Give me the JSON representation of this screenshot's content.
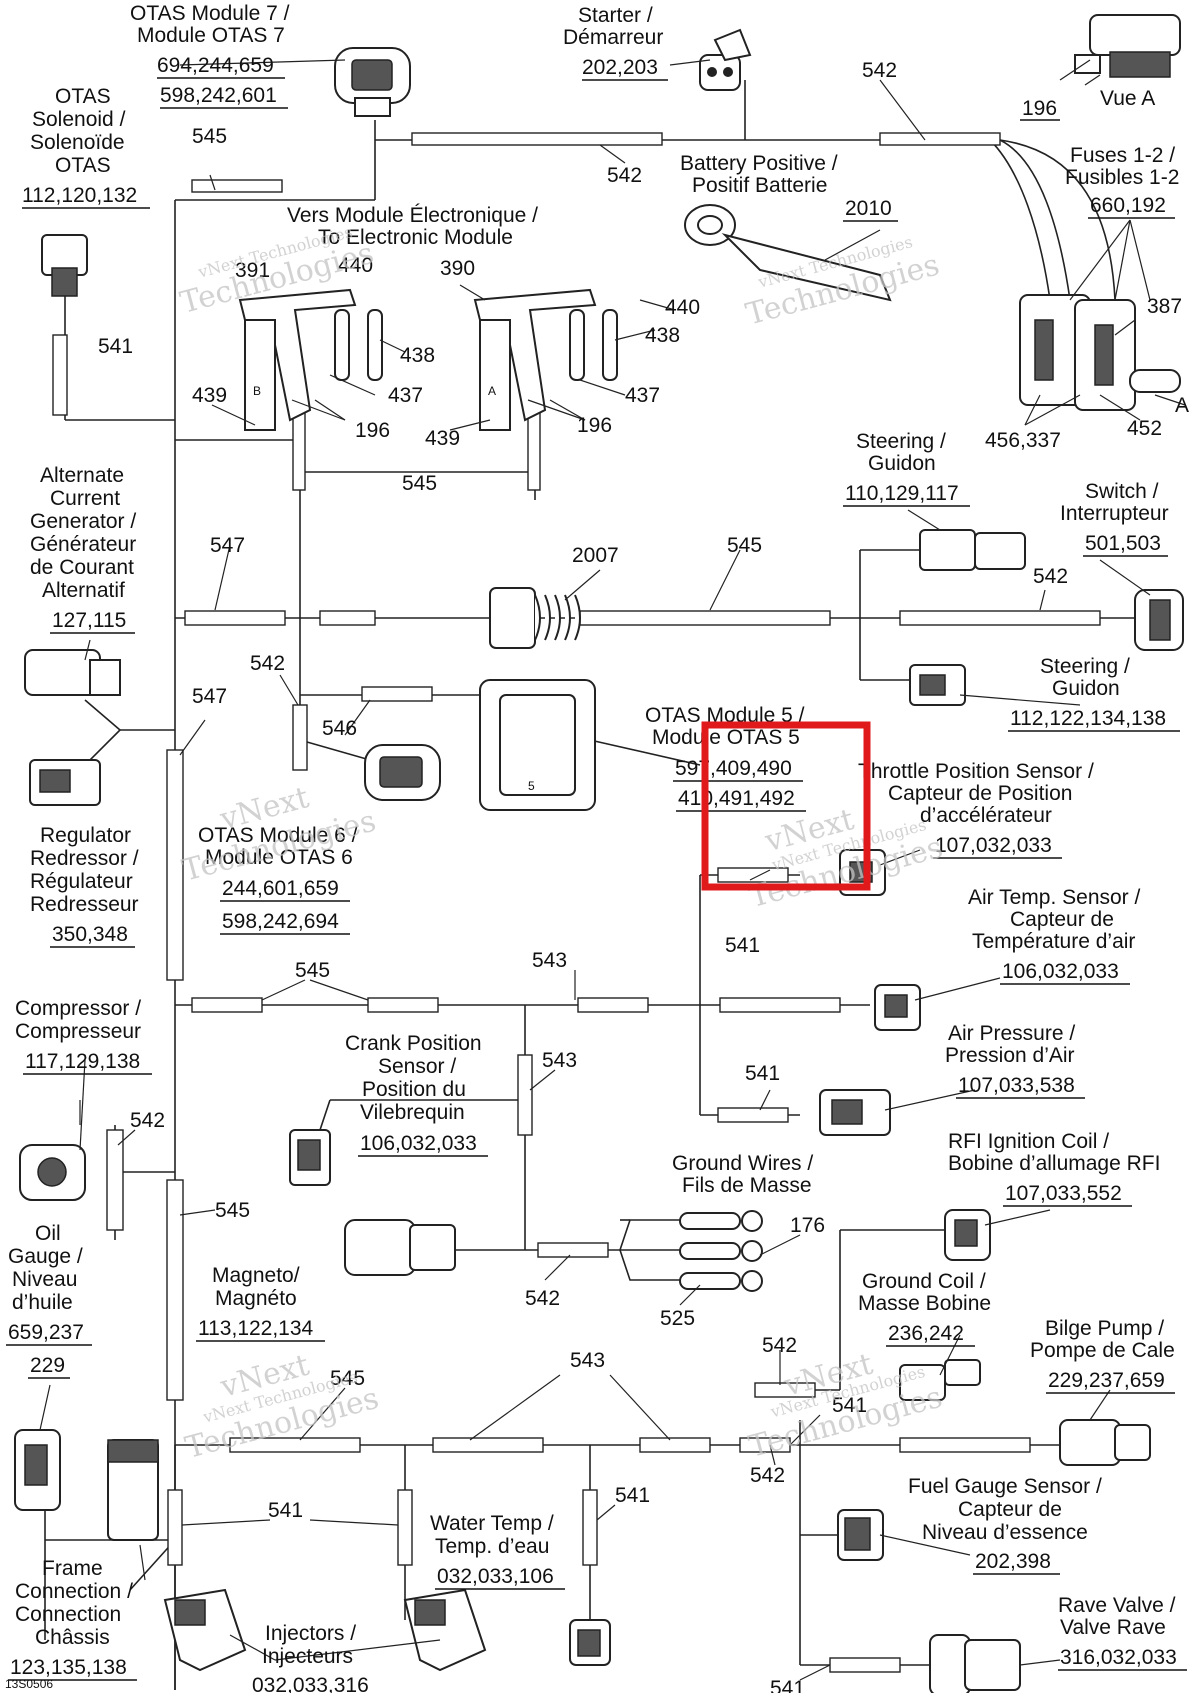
{
  "components": {
    "otas7": {
      "name1": "OTAS Module 7 /",
      "name2": "Module OTAS 7",
      "codes1": "694,244,659",
      "codes2": "598,242,601"
    },
    "starter": {
      "name1": "Starter /",
      "name2": "Démarreur",
      "codes": "202,203"
    },
    "vue_a": {
      "label": "Vue A",
      "code": "196"
    },
    "otas_solenoid": {
      "name1": "OTAS",
      "name2": "Solenoid /",
      "name3": "Solenoïde",
      "name4": "OTAS",
      "codes": "112,120,132"
    },
    "battery": {
      "name1": "Battery Positive /",
      "name2": "Positif Batterie",
      "code": "2010"
    },
    "fuses": {
      "name1": "Fuses 1-2 /",
      "name2": "Fusibles 1-2",
      "codes": "660,192"
    },
    "electronic_module": {
      "name1": "Vers Module Électronique /",
      "name2": "To Electronic Module"
    },
    "alternate_generator": {
      "name1": "Alternate",
      "name2": "Current",
      "name3": "Generator /",
      "name4": "Générateur",
      "name5": "de Courant",
      "name6": "Alternatif",
      "codes": "127,115"
    },
    "steering1": {
      "name1": "Steering /",
      "name2": "Guidon",
      "codes": "110,129,117"
    },
    "switch": {
      "name1": "Switch /",
      "name2": "Interrupteur",
      "codes": "501,503"
    },
    "steering2": {
      "name1": "Steering /",
      "name2": "Guidon",
      "codes": "112,122,134,138"
    },
    "otas5": {
      "name1": "OTAS Module 5 /",
      "name2": "Module OTAS 5",
      "codes1": "597,409,490",
      "codes2": "410,491,492",
      "block_label": "5"
    },
    "throttle": {
      "name1": "Throttle Position Sensor /",
      "name2": "Capteur de Position",
      "name3": "d’accélérateur",
      "codes": "107,032,033"
    },
    "regulator": {
      "name1": "Regulator",
      "name2": "Redressor /",
      "name3": "Régulateur",
      "name4": "Redresseur",
      "codes": "350,348"
    },
    "otas6": {
      "name1": "OTAS Module 6 /",
      "name2": "Module OTAS 6",
      "codes1": "244,601,659",
      "codes2": "598,242,694"
    },
    "air_temp": {
      "name1": "Air Temp. Sensor /",
      "name2": "Capteur de",
      "name3": "Température d’air",
      "codes": "106,032,033"
    },
    "compressor": {
      "name1": "Compressor /",
      "name2": "Compresseur",
      "codes": "117,129,138"
    },
    "crank": {
      "name1": "Crank Position",
      "name2": "Sensor /",
      "name3": "Position du",
      "name4": "Vilebrequin",
      "codes": "106,032,033"
    },
    "air_pressure": {
      "name1": "Air Pressure /",
      "name2": "Pression d’Air",
      "codes": "107,033,538"
    },
    "rfi_coil": {
      "name1": "RFI Ignition Coil /",
      "name2": "Bobine d’allumage RFI",
      "codes": "107,033,552"
    },
    "ground_wires": {
      "name1": "Ground Wires /",
      "name2": "Fils de Masse"
    },
    "oil_gauge": {
      "name1": "Oil",
      "name2": "Gauge /",
      "name3": "Niveau",
      "name4": "d’huile",
      "codes": "659,237",
      "code2": "229"
    },
    "magneto": {
      "name1": "Magneto/",
      "name2": "Magnéto",
      "codes": "113,122,134"
    },
    "ground_coil": {
      "name1": "Ground Coil /",
      "name2": "Masse Bobine",
      "codes": "236,242"
    },
    "bilge": {
      "name1": "Bilge Pump /",
      "name2": "Pompe de Cale",
      "codes": "229,237,659"
    },
    "fuel_gauge": {
      "name1": "Fuel Gauge Sensor /",
      "name2": "Capteur de",
      "name3": "Niveau d’essence",
      "codes": "202,398"
    },
    "water_temp": {
      "name1": "Water Temp /",
      "name2": "Temp. d’eau",
      "codes": "032,033,106"
    },
    "frame": {
      "name1": "Frame",
      "name2": "Connection /",
      "name3": "Connection",
      "name4": "Châssis",
      "codes": "123,135,138"
    },
    "injectors": {
      "name1": "Injectors /",
      "name2": "Injecteurs",
      "codes": "032,033,316"
    },
    "rave": {
      "name1": "Rave Valve /",
      "name2": "Valve Rave",
      "codes": "316,032,033"
    }
  },
  "callouts": {
    "c545a": "545",
    "c542a": "542",
    "c542b": "542",
    "c541a": "541",
    "c391": "391",
    "c440a": "440",
    "c390": "390",
    "c440b": "440",
    "c438a": "438",
    "c438b": "438",
    "c437a": "437",
    "c437b": "437",
    "c439a": "439",
    "c439b": "439",
    "c196a": "196",
    "c196b": "196",
    "c545b": "545",
    "c387": "387",
    "c456": "456,337",
    "c452": "452",
    "cA": "A",
    "c547a": "547",
    "c2007": "2007",
    "c545c": "545",
    "c542c": "542",
    "c542d": "542",
    "c547b": "547",
    "c546": "546",
    "c545d": "545",
    "c543a": "543",
    "c541b": "541",
    "c543b": "543",
    "c541c": "541",
    "c542e": "542",
    "c545e": "545",
    "c176": "176",
    "c542f": "542",
    "c525": "525",
    "c542g": "542",
    "c545f": "545",
    "c543c": "543",
    "c541d": "541",
    "c542h": "542",
    "c541e": "541",
    "c541f": "541",
    "c541g": "541",
    "cB": "B",
    "cAa": "A"
  },
  "watermark": {
    "line1": "vNext",
    "line2": "Technologies",
    "line3": "vNext Technologies"
  },
  "figure_id": "13S0506",
  "highlight_color": "#e0191b"
}
